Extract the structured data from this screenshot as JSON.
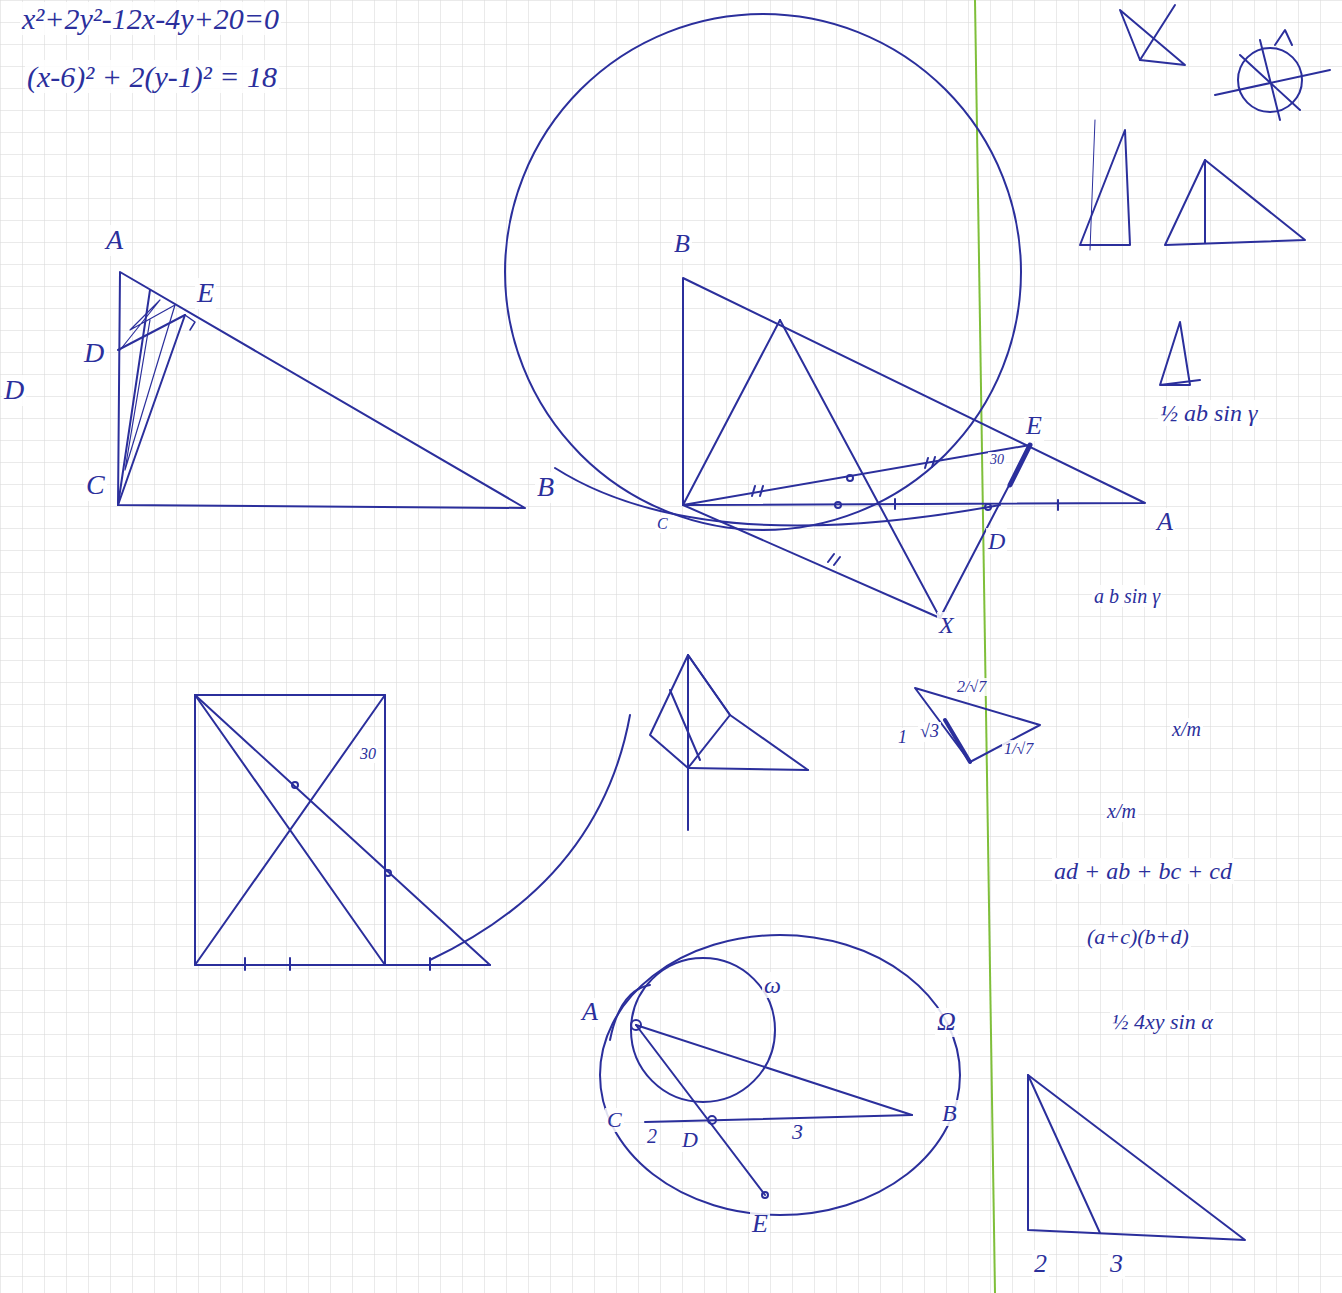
{
  "diagram": {
    "labels": [
      "x²+2y²-12x-4y+20=0",
      "(x-6)² + 2(y-1)² = 18",
      "A",
      "E",
      "D",
      "D",
      "C",
      "B",
      "B",
      "E",
      "30",
      "A",
      "C",
      "D",
      "X",
      "30",
      "½ ab sin γ",
      "a b sin γ",
      "1",
      "√3",
      "2/√7",
      "1/√7",
      "x/m",
      "x/m",
      "ad + ab + bc + cd",
      "(a+c)(b+d)",
      "½ 4xy sin α",
      "A",
      "ω",
      "Ω",
      "C",
      "2",
      "D",
      "3",
      "B",
      "E",
      "2",
      "3"
    ]
  }
}
